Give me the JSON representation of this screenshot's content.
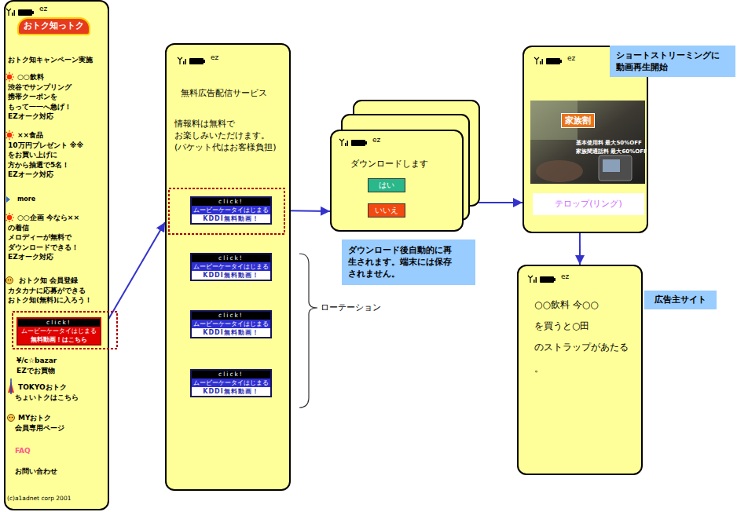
{
  "diagram": {
    "nodes": [
      {
        "text": [
          "ez",
          "おトク知っトク",
          "おトク知キャンペーン実施",
          "○○飲料 渋谷でサンプリング 携帯クーポンを もって一一へ急げ！ EZオーク対応",
          "××食品 10万円プレゼント ※※をお買い上げに 方から抽選で5名！ EZオーク対応",
          "more",
          "○○企画 今なら××の着信 メロディーが無料で ダウンロードできる！ EZオーク対応",
          "おトク知 会員登録 カタカナに応募ができる おトク知(無料)に入ろう！",
          "¥/c☆bazar EZでお買物",
          "TOKYOおトク ちょいトクはこちら",
          "MYおトク 会員専用ページ",
          "FAQ",
          "お問い合わせ",
          "(c)a1adnet corp 2001"
        ]
      },
      {
        "text": [
          "click!",
          "ムービーケータイはじまる",
          "無料動画！はこちら"
        ],
        "in": 0
      },
      {
        "text": [
          "ez",
          "無料広告配信サービス",
          "情報料は無料で お楽しみいただけます。 (パケット代はお客様負担)"
        ]
      },
      {
        "text": [
          "click!",
          "ムービーケータイはじまる",
          "KDDI無料動画！"
        ],
        "in": 2
      },
      {
        "text": [
          "click!",
          "ムービーケータイはじまる",
          "KDDI無料動画！"
        ],
        "in": 2
      },
      {
        "text": [
          "click!",
          "ムービーケータイはじまる",
          "KDDI無料動画！"
        ],
        "in": 2
      },
      {
        "text": [
          "click!",
          "ムービーケータイはじまる",
          "KDDI無料動画！"
        ],
        "in": 2
      },
      {
        "text": [
          "ez",
          "ダウンロードします"
        ]
      },
      {
        "text": [
          "はい"
        ],
        "in": 7
      },
      {
        "text": [
          "いいえ"
        ],
        "in": 7
      },
      {
        "text": [
          "ダウンロード後自動的に再生されます。端末には保存されません。"
        ]
      },
      {
        "text": [
          "ez"
        ]
      },
      {
        "text": [
          "テロップ(リング)"
        ],
        "in": 11
      },
      {
        "text": [
          "ショートストリーミングに動画再生開始"
        ]
      },
      {
        "text": [
          "ez",
          "○○飲料 今○○を買うと○田 のストラップがあたる 。"
        ]
      },
      {
        "text": [
          "広告主サイト"
        ]
      }
    ],
    "edges": [
      {
        "from": 1,
        "to": 2,
        "arrow": "to"
      },
      {
        "from": 3,
        "to": 7,
        "arrow": "to"
      },
      {
        "from": 7,
        "to": 11,
        "arrow": "to"
      },
      {
        "from": 11,
        "to": 14,
        "arrow": "to"
      }
    ],
    "labels": [
      "ローテーション",
      "家族割",
      "基本使用料 最大50%OFF",
      "家族間通話料 最大60%OFF"
    ]
  }
}
